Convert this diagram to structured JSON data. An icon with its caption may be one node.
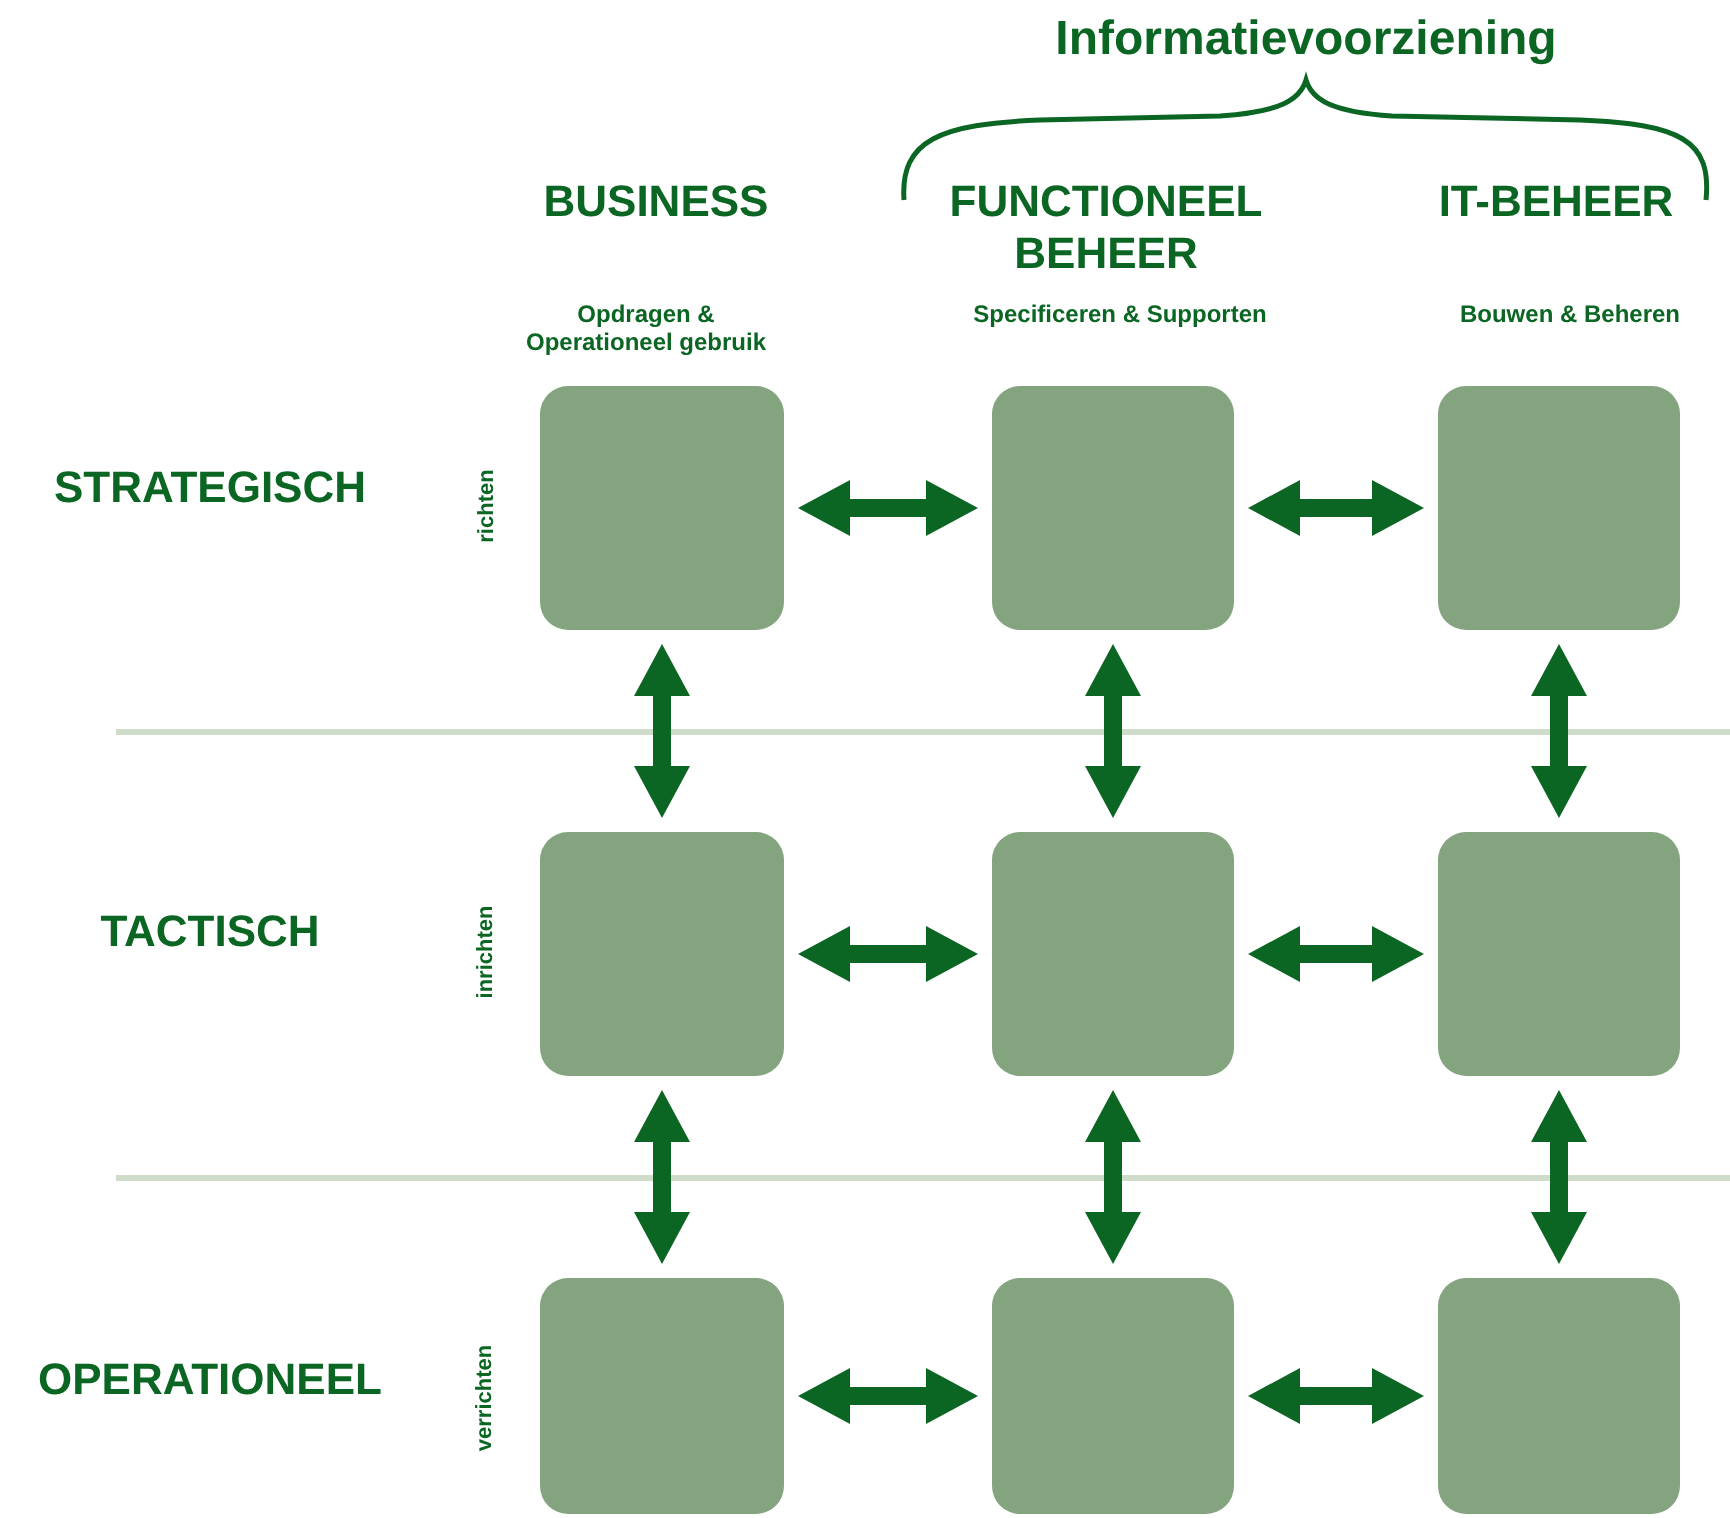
{
  "diagram": {
    "nodes": [
      {
        "text": [],
        "shape": "box"
      },
      {
        "text": [],
        "shape": "box"
      },
      {
        "text": [],
        "shape": "box"
      },
      {
        "text": [],
        "shape": "box"
      },
      {
        "text": [],
        "shape": "box"
      },
      {
        "text": [],
        "shape": "box"
      },
      {
        "text": [],
        "shape": "box"
      },
      {
        "text": [],
        "shape": "box"
      },
      {
        "text": [],
        "shape": "box"
      }
    ],
    "edges": [
      {
        "from": 0,
        "to": 1,
        "arrow": "both"
      },
      {
        "from": 1,
        "to": 2,
        "arrow": "both"
      },
      {
        "from": 0,
        "to": 3,
        "arrow": "both"
      },
      {
        "from": 1,
        "to": 4,
        "arrow": "both"
      },
      {
        "from": 2,
        "to": 5,
        "arrow": "both"
      },
      {
        "from": 3,
        "to": 4,
        "arrow": "both"
      },
      {
        "from": 4,
        "to": 5,
        "arrow": "both"
      },
      {
        "from": 3,
        "to": 6,
        "arrow": "both"
      },
      {
        "from": 4,
        "to": 7,
        "arrow": "both"
      },
      {
        "from": 5,
        "to": 8,
        "arrow": "both"
      },
      {
        "from": 6,
        "to": 7,
        "arrow": "both"
      },
      {
        "from": 7,
        "to": 8,
        "arrow": "both"
      }
    ],
    "labels": [
      "Informatievoorziening",
      "BUSINESS",
      "FUNCTIONEEL BEHEER",
      "IT-BEHEER",
      "Opdragen & Operationeel gebruik",
      "Specificeren & Supporten",
      "Bouwen & Beheren",
      "STRATEGISCH",
      "richten",
      "TACTISCH",
      "inrichten",
      "OPERATIONEEL",
      "verrichten"
    ]
  }
}
